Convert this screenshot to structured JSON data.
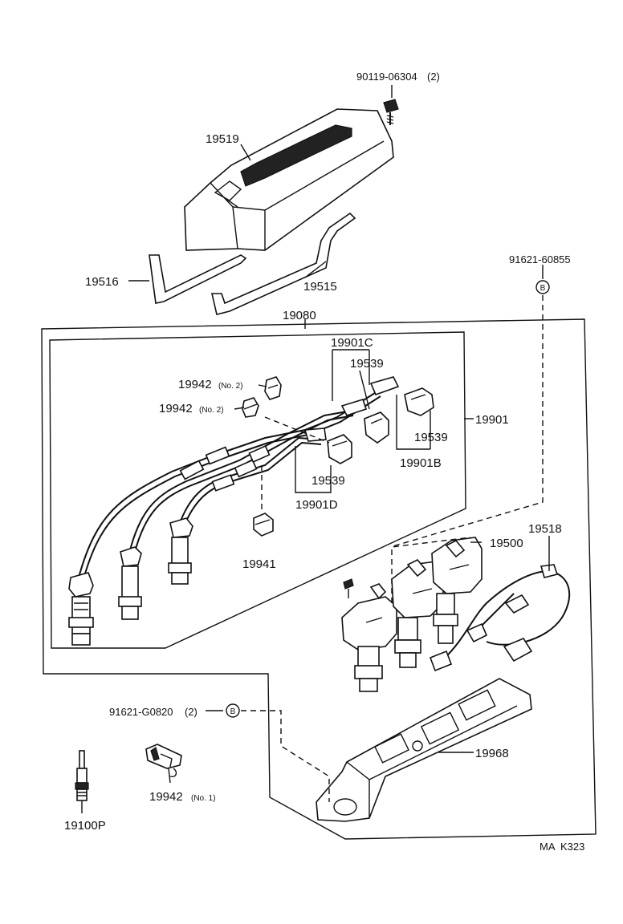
{
  "labels": {
    "bolt": "90119-06304",
    "bolt_qty": "(2)",
    "cover": "19519",
    "gasket_left": "19516",
    "gasket_right": "19515",
    "stud_b": "91621-60855",
    "wire_set": "19080",
    "cord_c": "19901C",
    "clamp_upper": "19539",
    "clamp_no2_a": "19942",
    "clamp_no2_a_note": "(No. 2)",
    "clamp_no2_b": "19942",
    "clamp_no2_b_note": "(No. 2)",
    "cord_set": "19901",
    "clamp_right": "19539",
    "cord_b": "19901B",
    "clamp_lower": "19539",
    "cord_d": "19901D",
    "clamp_19941": "19941",
    "wire_harness": "19518",
    "ignition_coil": "19500",
    "stud_lower": "91621-G0820",
    "stud_lower_qty": "(2)",
    "bracket": "19968",
    "clamp_no1": "19942",
    "clamp_no1_note": "(No. 1)",
    "spark_plug": "19100P",
    "callout_b": "B"
  },
  "footer": {
    "code": "MA  K323"
  }
}
